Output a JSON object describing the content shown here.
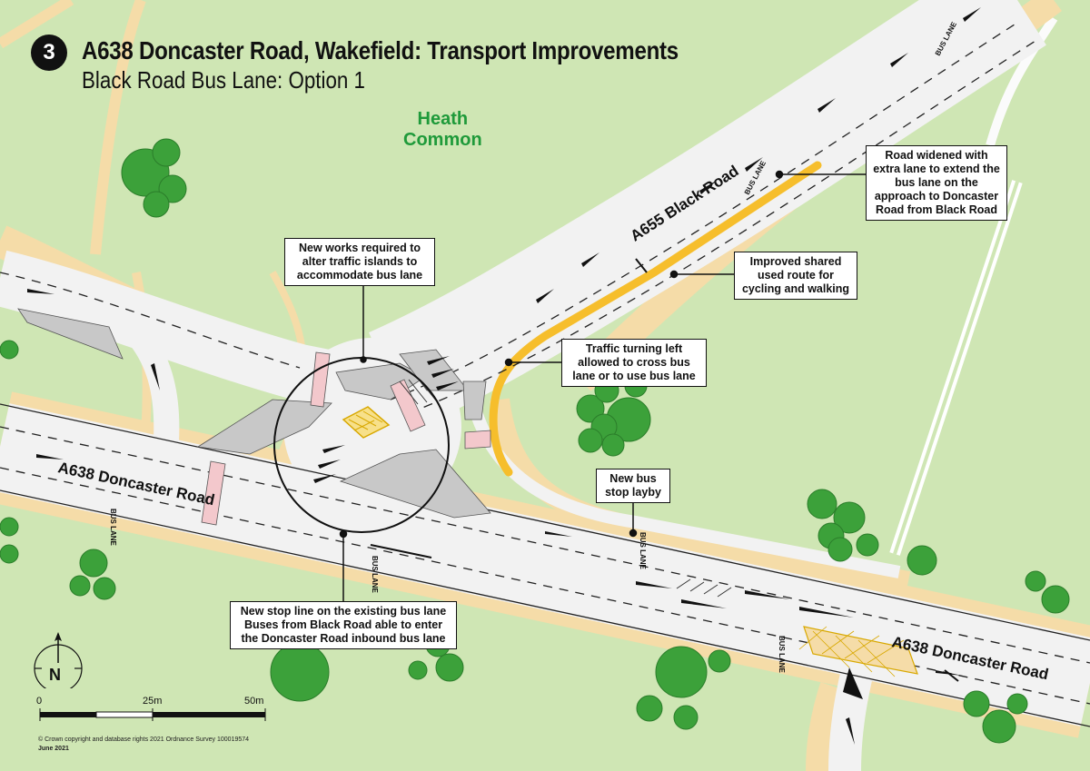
{
  "header": {
    "number": "3",
    "title": "A638 Doncaster Road, Wakefield: Transport Improvements",
    "subtitle": "Black Road Bus Lane: Option 1"
  },
  "places": {
    "heath_common": [
      "Heath",
      "Common"
    ]
  },
  "roads": {
    "black_road": "A655 Black Road",
    "doncaster_road_west": "A638 Doncaster Road",
    "doncaster_road_east": "A638 Doncaster Road"
  },
  "road_markings": {
    "bus_lane": "BUS LANE"
  },
  "callouts": {
    "road_widened": [
      "Road widened with",
      "extra lane to extend the",
      "bus lane on the",
      "approach to Doncaster",
      "Road from Black Road"
    ],
    "new_works": [
      "New works required to",
      "alter traffic islands to",
      "accommodate bus lane"
    ],
    "shared_route": [
      "Improved shared",
      "used route for",
      "cycling and walking"
    ],
    "turning_left": [
      "Traffic turning left",
      "allowed to cross bus",
      "lane or to use bus lane"
    ],
    "bus_stop": [
      "New bus",
      "stop layby"
    ],
    "stop_line": [
      "New stop line on the existing bus lane",
      "Buses from Black Road able to enter",
      "the Doncaster Road inbound bus lane"
    ]
  },
  "north_arrow": {
    "letter": "N"
  },
  "scale_bar": {
    "labels": [
      "0",
      "25m",
      "50m"
    ]
  },
  "footer": {
    "copyright": "© Crown copyright and database rights 2021  Ordnance Survey 100019574",
    "date": "June 2021"
  },
  "colors": {
    "grass": "#cfe6b4",
    "road": "#f2f2f2",
    "verge": "#f5dca8",
    "shared_path": "#f6be2c",
    "trees": "#3ca13a",
    "islands": "#c8c8c8",
    "crossings": "#f3c8cc"
  }
}
